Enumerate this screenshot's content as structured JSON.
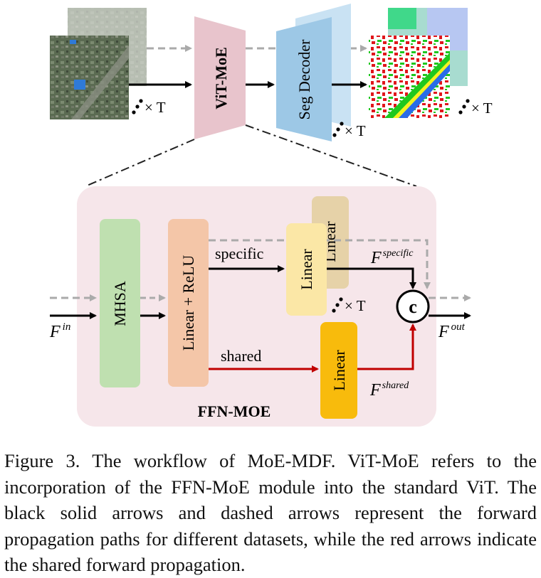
{
  "top": {
    "vit_moe_label": "ViT-MoE",
    "seg_decoder_label": "Seg Decoder",
    "times_t_1": "× T",
    "times_t_2": "× T",
    "times_t_3": "× T"
  },
  "ffn": {
    "title": "FFN-MOE",
    "mhsa_label": "MHSA",
    "linear_relu_label": "Linear + ReLU",
    "linear_specific_label": "Linear",
    "linear_back_label": "Linear",
    "linear_shared_label": "Linear",
    "specific_label": "specific",
    "shared_label": "shared",
    "times_t": "× T",
    "concat_label": "c",
    "f_in_base": "F",
    "f_in_sup": "in",
    "f_out_base": "F",
    "f_out_sup": "out",
    "f_specific_base": "F",
    "f_specific_sup": "specific",
    "f_shared_base": "F",
    "f_shared_sup": "shared"
  },
  "caption": {
    "figure_label": "Figure 3.",
    "text": "The workflow of MoE-MDF. ViT-MoE refers to the incorporation of the FFN-MoE module into the standard ViT. The black solid arrows and dashed arrows represent the forward propagation paths for different datasets, while the red arrows indicate the shared forward propagation."
  },
  "colors": {
    "vit_moe": "#e8c4cc",
    "seg_decoder": "#9dc8e6",
    "ffn_panel": "#f6e6ea",
    "mhsa": "#bfe0b0",
    "linear_relu": "#f4c6a8",
    "linear_specific": "#fbe7a6",
    "linear_back": "#e6d2a8",
    "linear_shared": "#f8bb0c",
    "shared_arrow": "#c00000",
    "dashed_arrow": "#aaaaaa"
  }
}
